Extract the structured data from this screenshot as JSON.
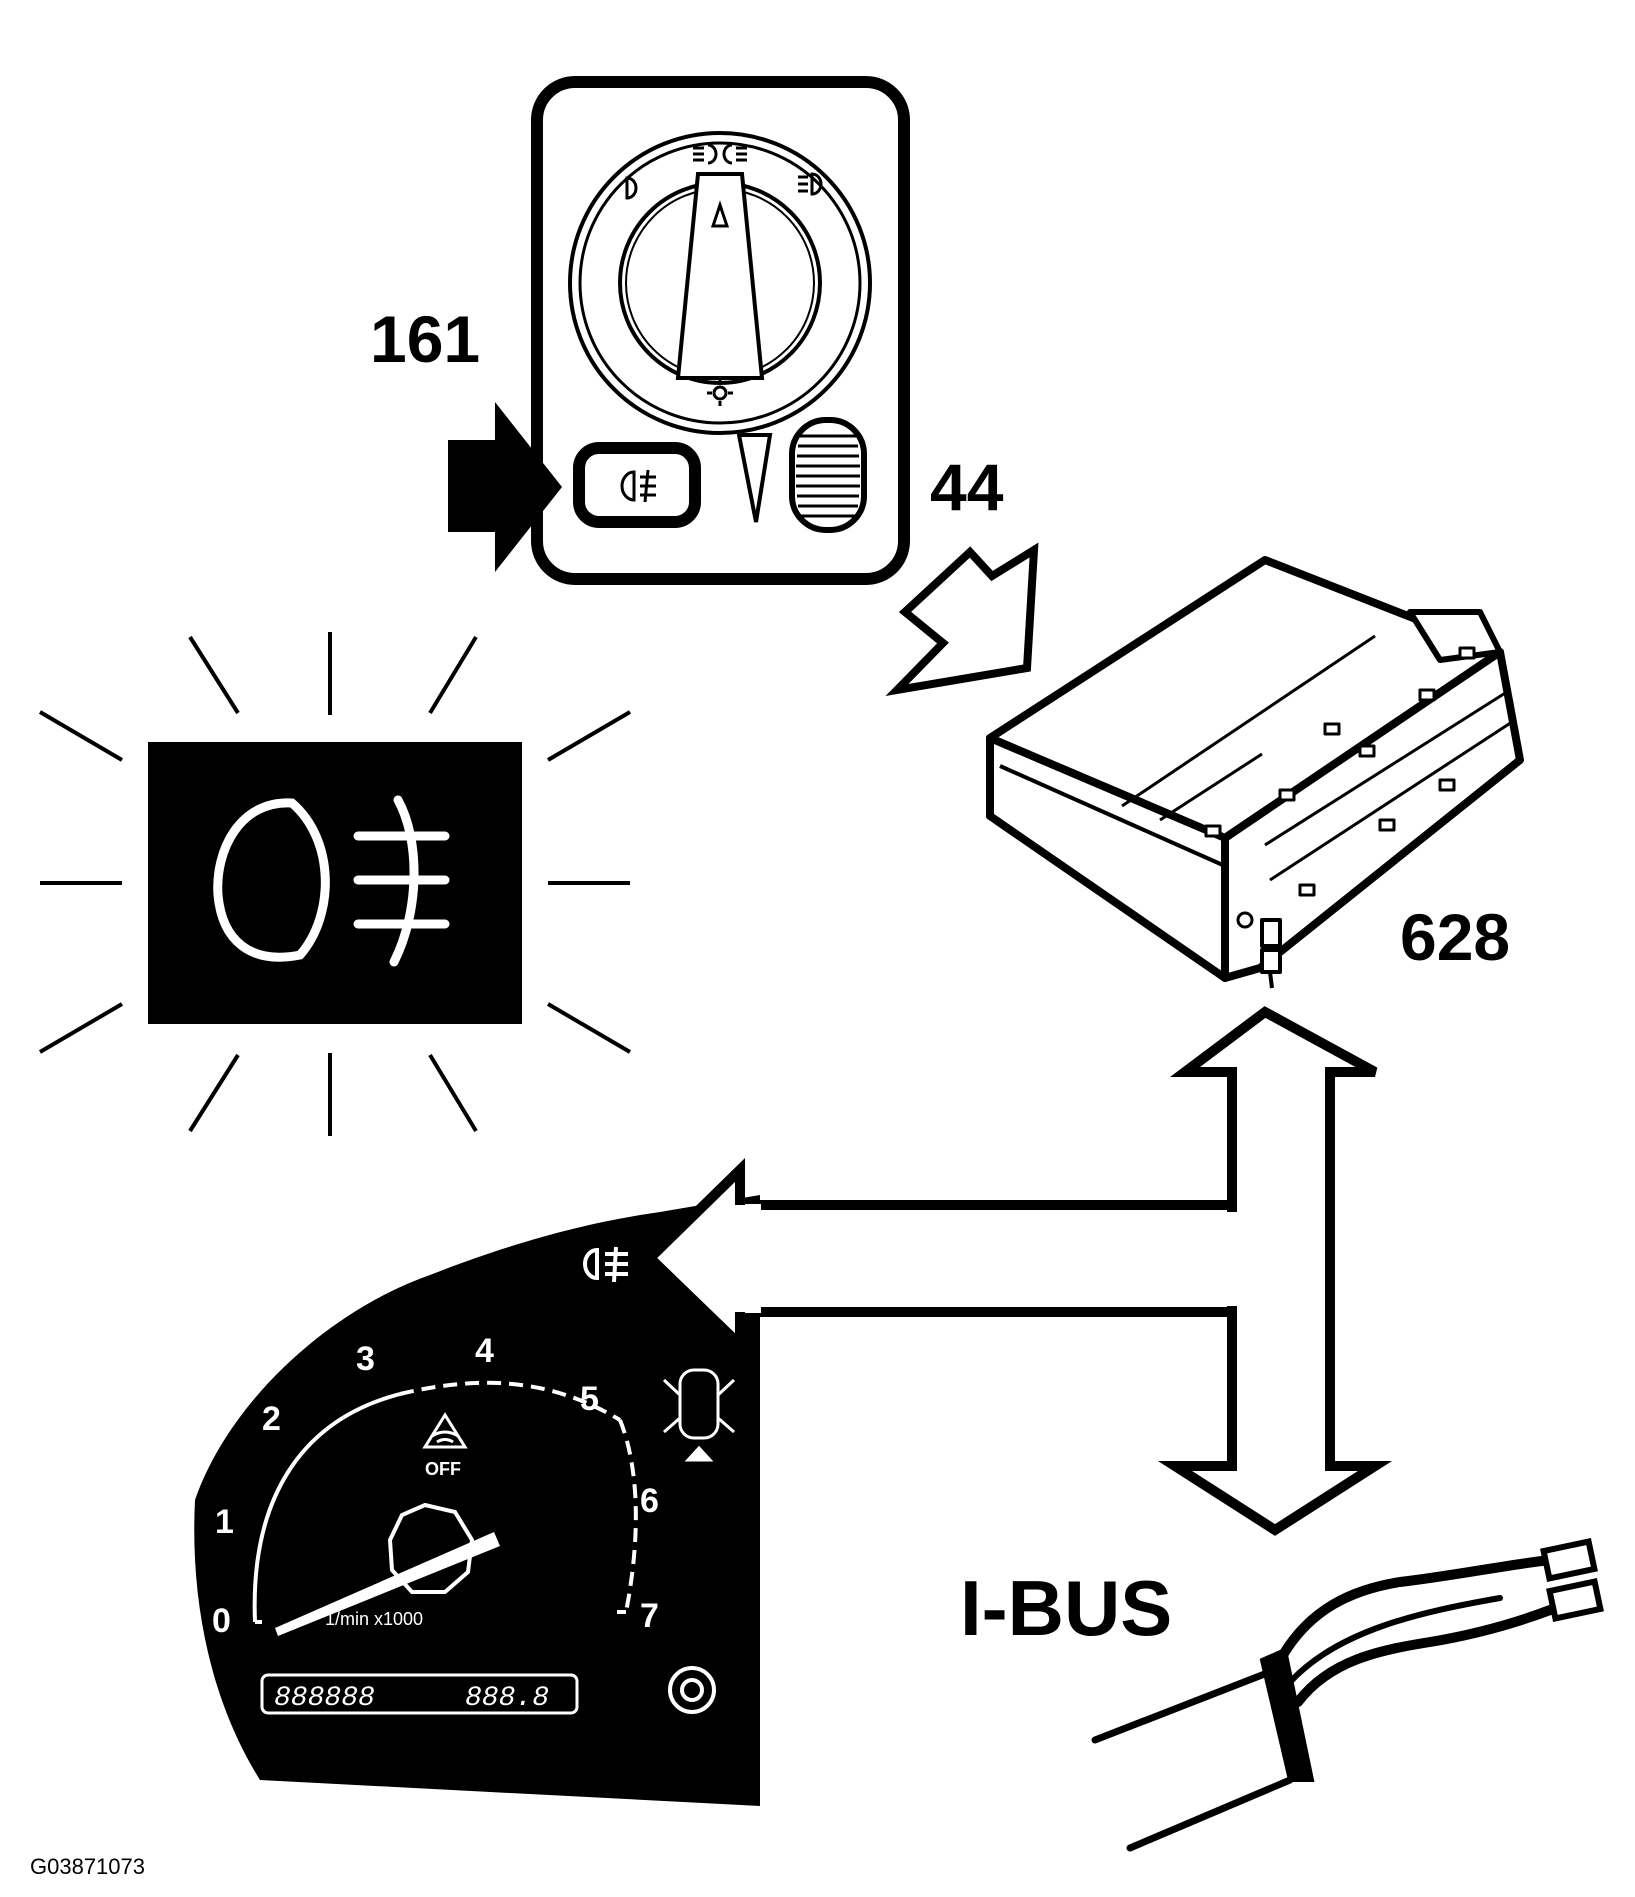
{
  "callouts": {
    "switch_label": "161",
    "signal_label": "44",
    "module_label": "628"
  },
  "bus": {
    "label": "I-BUS"
  },
  "figure_id": "G03871073",
  "cluster": {
    "gauge_numbers": [
      "0",
      "1",
      "2",
      "3",
      "4",
      "5",
      "6",
      "7"
    ],
    "unit_text": "1/min x1000",
    "off_text": "OFF",
    "odometer_text": "888888",
    "trip_text": "888.8"
  },
  "icons": {
    "indicator_large": "rear-fog-light-icon",
    "switch_button": "rear-fog-light-icon",
    "cluster_indicator": "rear-fog-light-icon",
    "dsc_off": "traction-control-off-icon",
    "door_open": "car-door-open-icon",
    "rotary_switch": "headlight-switch-icon"
  },
  "colors": {
    "ink": "#000000",
    "paper": "#ffffff"
  }
}
